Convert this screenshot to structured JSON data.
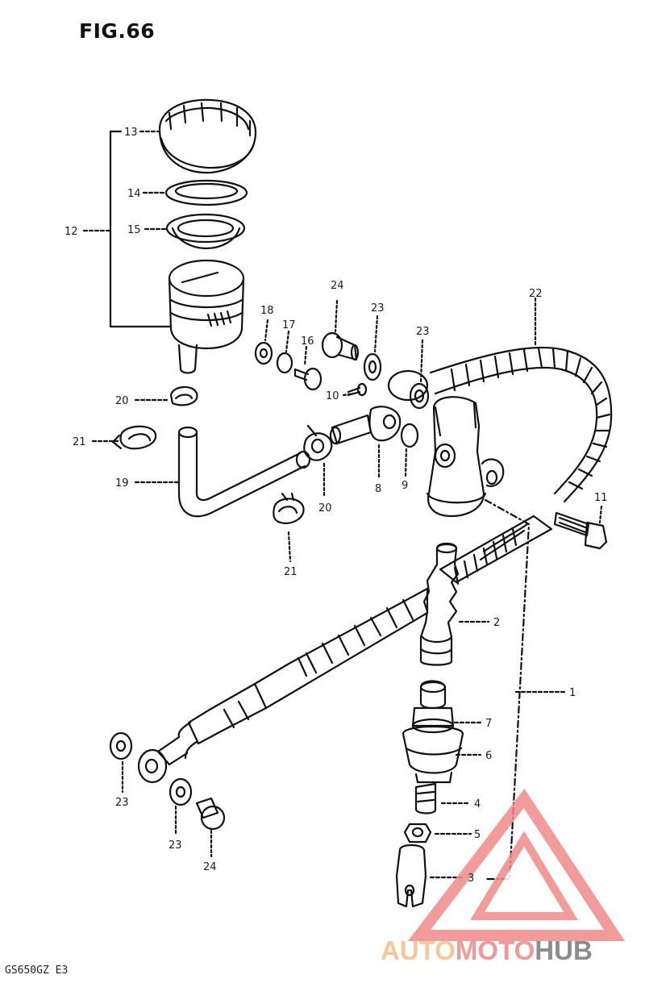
{
  "figure": {
    "title": "FIG.66",
    "model_code": "GS650GZ E3"
  },
  "labels": {
    "l1": "1",
    "l2": "2",
    "l3": "3",
    "l4": "4",
    "l5": "5",
    "l6": "6",
    "l7": "7",
    "l8": "8",
    "l9": "9",
    "l10": "10",
    "l11": "11",
    "l12": "12",
    "l13": "13",
    "l14": "14",
    "l15": "15",
    "l16": "16",
    "l17": "17",
    "l18": "18",
    "l19": "19",
    "l20a": "20",
    "l20b": "20",
    "l21a": "21",
    "l21b": "21",
    "l22": "22",
    "l23a": "23",
    "l23b": "23",
    "l23c": "23",
    "l23d": "23",
    "l24a": "24",
    "l24b": "24"
  },
  "watermark": {
    "part1": "AUTO",
    "part2": "MOTO",
    "part3": "HUB",
    "colors": {
      "auto": "#f6c79a",
      "moto": "#ef9a9a",
      "hub": "#8c8c8c",
      "triangle": "#ef8a8a"
    }
  }
}
